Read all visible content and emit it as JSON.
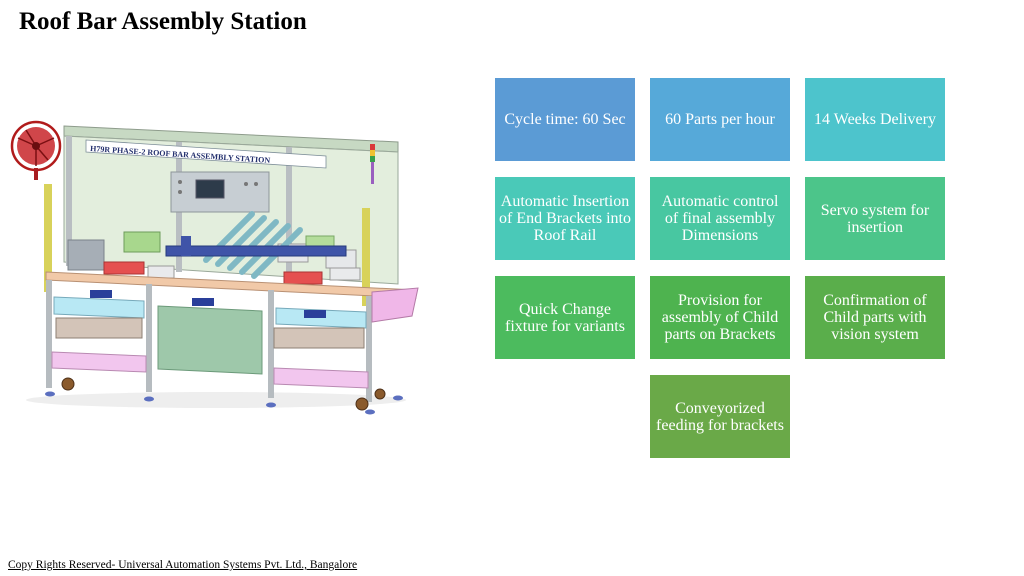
{
  "slide": {
    "title": "Roof Bar Assembly Station",
    "footer": "Copy Rights Reserved- Universal Automation Systems Pvt. Ltd., Bangalore"
  },
  "illustration": {
    "banner_text": "H79R PHASE-2 ROOF BAR ASSEMBLY STATION"
  },
  "features": [
    {
      "label": "Cycle time: 60 Sec",
      "color": "#5b9bd5"
    },
    {
      "label": "60 Parts per hour",
      "color": "#56a9d9"
    },
    {
      "label": "14 Weeks Delivery",
      "color": "#4dc4cc"
    },
    {
      "label": "Automatic Insertion of End Brackets into Roof Rail",
      "color": "#4ac9b8"
    },
    {
      "label": "Automatic control of final assembly Dimensions",
      "color": "#48c7a1"
    },
    {
      "label": "Servo system for insertion",
      "color": "#4cc58a"
    },
    {
      "label": "Quick Change fixture for variants",
      "color": "#4cbb5e"
    },
    {
      "label": "Provision for assembly of Child parts on Brackets",
      "color": "#4eb34f"
    },
    {
      "label": "Confirmation of Child parts with vision system",
      "color": "#5aae4b"
    },
    {
      "label": "Conveyorized feeding for brackets",
      "color": "#6aa948"
    }
  ]
}
